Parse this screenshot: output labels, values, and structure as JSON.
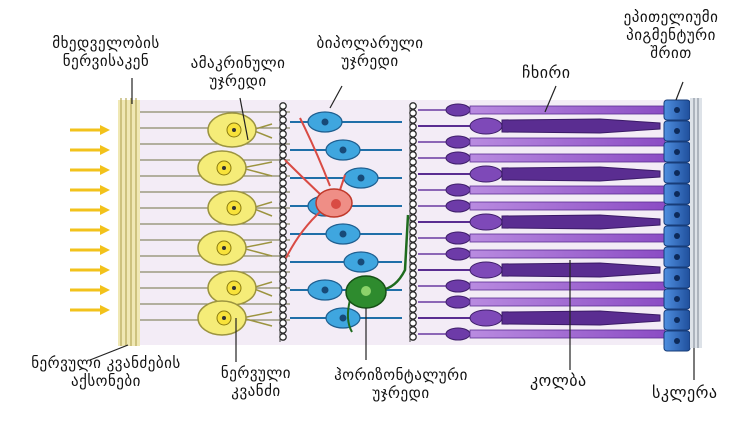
{
  "labels": {
    "optic_nerve_fibers": [
      "მხედველობის",
      "ნერვისაკენ"
    ],
    "amacrine_cells": [
      "ამაკრინული",
      "უჯრედი"
    ],
    "bipolar_cells": [
      "ბიპოლარული",
      "უჯრედი"
    ],
    "rod": [
      "ჩხირი"
    ],
    "pigment_epithelium": [
      "ეპითელიუმი",
      "პიგმენტური",
      "შრით"
    ],
    "ganglion_axons": [
      "ნერვული კვანძების",
      "აქსონები"
    ],
    "ganglion_cells": [
      "ნერვული",
      "კვანძი"
    ],
    "horizontal_cells": [
      "ჰორიზონტალური",
      "უჯრედი"
    ],
    "cone": [
      "კოლბა"
    ],
    "sclera": [
      "სკლერა"
    ]
  },
  "colors": {
    "light_arrows": "#f2c21b",
    "nerve_fibers": "#e9e1a6",
    "ganglion": "#f5ec78",
    "amacrine": "#ef8e86",
    "bipolar": "#3fa6df",
    "horizontal": "#2e8b2e",
    "rod": "#8b4cc4",
    "cone": "#5a2d91",
    "pigment": "#2f6fc2",
    "synapse": "#2b2b2b"
  }
}
